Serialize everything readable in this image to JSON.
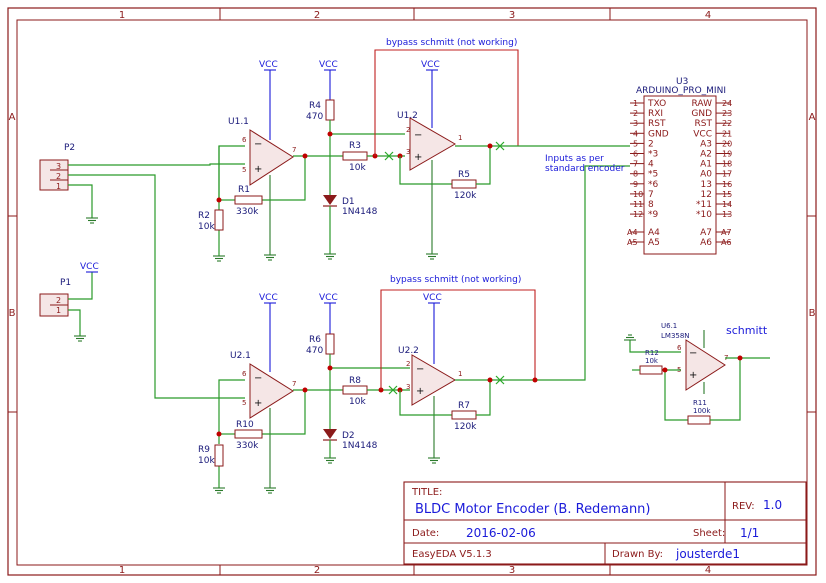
{
  "frame": {
    "cols": [
      "1",
      "2",
      "3",
      "4"
    ],
    "rows": [
      "A",
      "B"
    ]
  },
  "labels": {
    "vcc": "VCC",
    "bypass_top": "bypass schmitt (not working)",
    "bypass_bottom": "bypass schmitt (not working)",
    "inputs_note_1": "Inputs as per",
    "inputs_note_2": "standard encoder",
    "schmitt": "schmitt"
  },
  "connectors": {
    "p2": {
      "ref": "P2",
      "pins": [
        "3",
        "2",
        "1"
      ]
    },
    "p1": {
      "ref": "P1",
      "pins": [
        "2",
        "1"
      ]
    }
  },
  "opamps": {
    "u11": {
      "ref": "U1.1",
      "pins": [
        "6",
        "5",
        "7"
      ]
    },
    "u12": {
      "ref": "U1.2",
      "pins": [
        "2",
        "3",
        "1"
      ]
    },
    "u21": {
      "ref": "U2.1",
      "pins": [
        "6",
        "5",
        "7"
      ]
    },
    "u22": {
      "ref": "U2.2",
      "pins": [
        "2",
        "3",
        "1"
      ]
    },
    "u61": {
      "ref": "U6.1",
      "part": "LM358N",
      "pins": [
        "6",
        "5",
        "7"
      ]
    }
  },
  "resistors": {
    "r1": {
      "ref": "R1",
      "value": "330k"
    },
    "r2": {
      "ref": "R2",
      "value": "10k"
    },
    "r3": {
      "ref": "R3",
      "value": "10k"
    },
    "r4": {
      "ref": "R4",
      "value": "470"
    },
    "r5": {
      "ref": "R5",
      "value": "120k"
    },
    "r6": {
      "ref": "R6",
      "value": "470"
    },
    "r7": {
      "ref": "R7",
      "value": "120k"
    },
    "r8": {
      "ref": "R8",
      "value": "10k"
    },
    "r9": {
      "ref": "R9",
      "value": "10k"
    },
    "r10": {
      "ref": "R10",
      "value": "330k"
    },
    "r11": {
      "ref": "R11",
      "value": "100k"
    },
    "r12": {
      "ref": "R12",
      "value": "10k"
    }
  },
  "diodes": {
    "d1": {
      "ref": "D1",
      "value": "1N4148"
    },
    "d2": {
      "ref": "D2",
      "value": "1N4148"
    }
  },
  "mcu": {
    "ref": "U3",
    "name": "ARDUINO_PRO_MINI",
    "left_pins": [
      {
        "num": "1",
        "label": "TXO"
      },
      {
        "num": "2",
        "label": "RXI"
      },
      {
        "num": "3",
        "label": "RST"
      },
      {
        "num": "4",
        "label": "GND"
      },
      {
        "num": "5",
        "label": "2"
      },
      {
        "num": "6",
        "label": "*3"
      },
      {
        "num": "7",
        "label": "4"
      },
      {
        "num": "8",
        "label": "*5"
      },
      {
        "num": "9",
        "label": "*6"
      },
      {
        "num": "10",
        "label": "7"
      },
      {
        "num": "11",
        "label": "8"
      },
      {
        "num": "12",
        "label": "*9"
      }
    ],
    "right_pins": [
      {
        "num": "24",
        "label": "RAW"
      },
      {
        "num": "23",
        "label": "GND"
      },
      {
        "num": "22",
        "label": "RST"
      },
      {
        "num": "21",
        "label": "VCC"
      },
      {
        "num": "20",
        "label": "A3"
      },
      {
        "num": "19",
        "label": "A2"
      },
      {
        "num": "18",
        "label": "A1"
      },
      {
        "num": "17",
        "label": "A0"
      },
      {
        "num": "16",
        "label": "13"
      },
      {
        "num": "15",
        "label": "12"
      },
      {
        "num": "14",
        "label": "*11"
      },
      {
        "num": "13",
        "label": "*10"
      }
    ],
    "left_pins_bottom": [
      {
        "num": "A4",
        "label": "A4"
      },
      {
        "num": "A5",
        "label": "A5"
      }
    ],
    "right_pins_bottom": [
      {
        "num": "A7",
        "label": "A7"
      },
      {
        "num": "A6",
        "label": "A6"
      }
    ]
  },
  "title_block": {
    "title_label": "TITLE:",
    "title": "BLDC Motor Encoder (B. Redemann)",
    "rev_label": "REV:",
    "rev": "1.0",
    "date_label": "Date:",
    "date": "2016-02-06",
    "sheet_label": "Sheet:",
    "sheet": "1/1",
    "tool": "EasyEDA V5.1.3",
    "drawn_label": "Drawn By:",
    "drawn_by": "jousterde1"
  },
  "colors": {
    "frame": "#8b1a1a",
    "wire": "#2a9a2a",
    "power": "#1a1ad9",
    "junction": "#c00000"
  }
}
